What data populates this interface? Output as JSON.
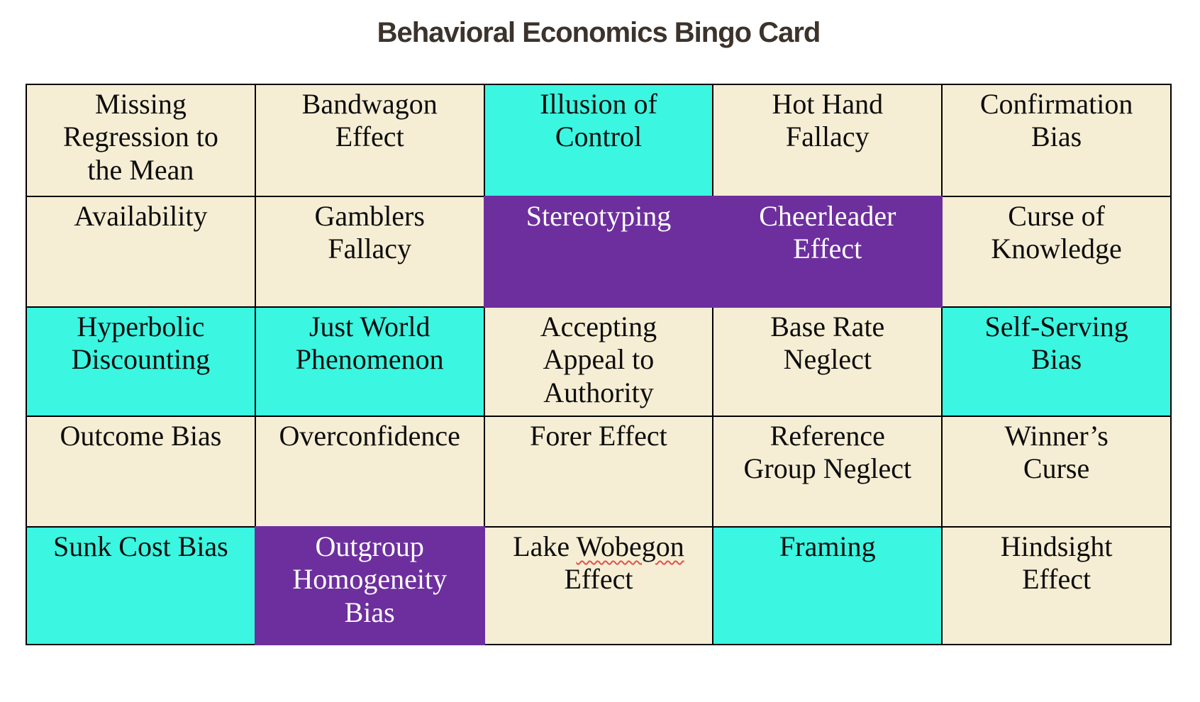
{
  "title": "Behavioral Economics Bingo Card",
  "palette": {
    "cream": "#f6eed4",
    "cyan": "#3bf6e1",
    "purple": "#6d2f9e",
    "cell_text": "#0d0d0d",
    "purple_cell_text": "#ffffff",
    "border": "#000000",
    "title_text": "#3b332c",
    "squiggle": "#e0524a"
  },
  "grid": {
    "rows": 5,
    "cols": 5,
    "cells": [
      {
        "label": "Missing\nRegression to\nthe Mean",
        "variant": "cream"
      },
      {
        "label": "Bandwagon\nEffect",
        "variant": "cream"
      },
      {
        "label": "Illusion of\nControl",
        "variant": "cyan"
      },
      {
        "label": "Hot Hand\nFallacy",
        "variant": "cream"
      },
      {
        "label": "Confirmation\nBias",
        "variant": "cream"
      },
      {
        "label": "Availability",
        "variant": "cream"
      },
      {
        "label": "Gamblers\nFallacy",
        "variant": "cream"
      },
      {
        "label": "Stereotyping",
        "variant": "purple"
      },
      {
        "label": "Cheerleader\nEffect",
        "variant": "purple"
      },
      {
        "label": "Curse of\nKnowledge",
        "variant": "cream"
      },
      {
        "label": "Hyperbolic\nDiscounting",
        "variant": "cyan"
      },
      {
        "label": "Just World\nPhenomenon",
        "variant": "cyan"
      },
      {
        "label": "Accepting\nAppeal to\nAuthority",
        "variant": "cream"
      },
      {
        "label": "Base Rate\nNeglect",
        "variant": "cream"
      },
      {
        "label": "Self-Serving\nBias",
        "variant": "cyan"
      },
      {
        "label": "Outcome Bias",
        "variant": "cream"
      },
      {
        "label": "Overconfidence",
        "variant": "cream"
      },
      {
        "label": "Forer Effect",
        "variant": "cream"
      },
      {
        "label": "Reference\nGroup Neglect",
        "variant": "cream"
      },
      {
        "label": "Winner’s\nCurse",
        "variant": "cream"
      },
      {
        "label": "Sunk Cost Bias",
        "variant": "cyan"
      },
      {
        "label": "Outgroup\nHomogeneity\nBias",
        "variant": "purple"
      },
      {
        "parts": {
          "prefix": "Lake ",
          "misspelled": "Wobegon",
          "suffix": "\nEffect"
        },
        "variant": "cream"
      },
      {
        "label": "Framing",
        "variant": "cyan"
      },
      {
        "label": "Hindsight\nEffect",
        "variant": "cream"
      }
    ]
  }
}
